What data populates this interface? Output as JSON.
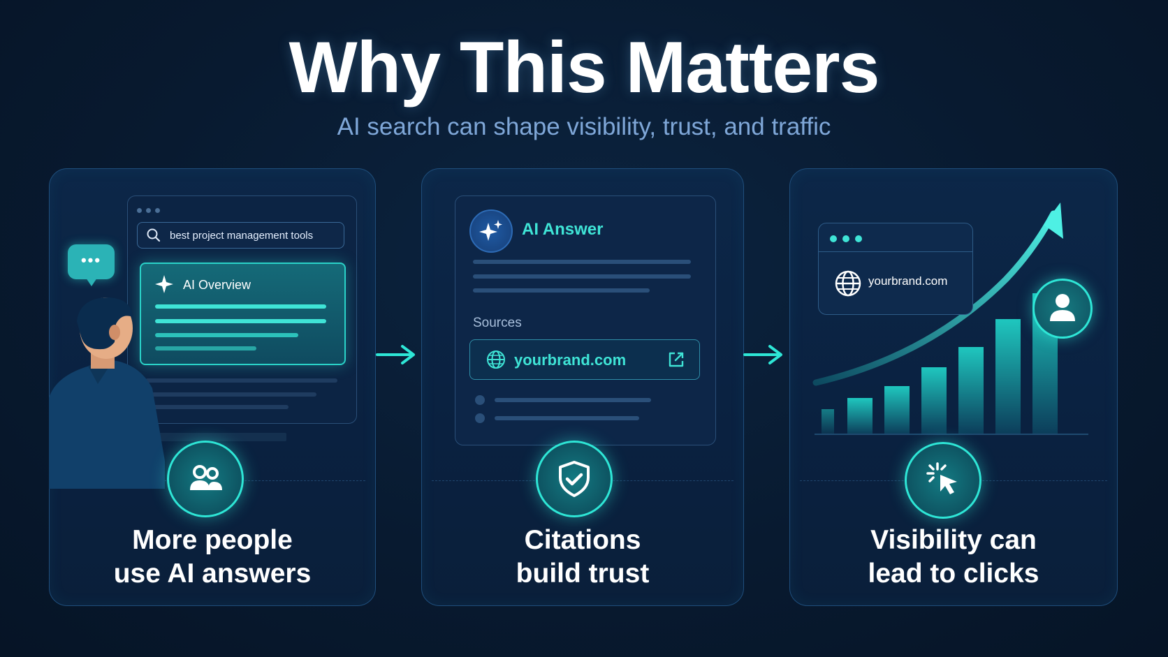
{
  "title": "Why This Matters",
  "subtitle": "AI search can shape visibility, trust, and traffic",
  "cards": [
    {
      "caption_line1": "More people",
      "caption_line2": "use AI answers",
      "search_query": "best project management tools",
      "overview_label": "AI Overview",
      "icon": "users-icon"
    },
    {
      "caption_line1": "Citations",
      "caption_line2": "build trust",
      "answer_label": "AI Answer",
      "sources_label": "Sources",
      "source_url": "yourbrand.com",
      "icon": "shield-check-icon"
    },
    {
      "caption_line1": "Visibility can",
      "caption_line2": "lead to clicks",
      "site_url": "yourbrand.com",
      "icon": "cursor-click-icon"
    }
  ],
  "colors": {
    "accent": "#2ee6d6",
    "background": "#081a30",
    "subtitle": "#7fa7d8"
  }
}
